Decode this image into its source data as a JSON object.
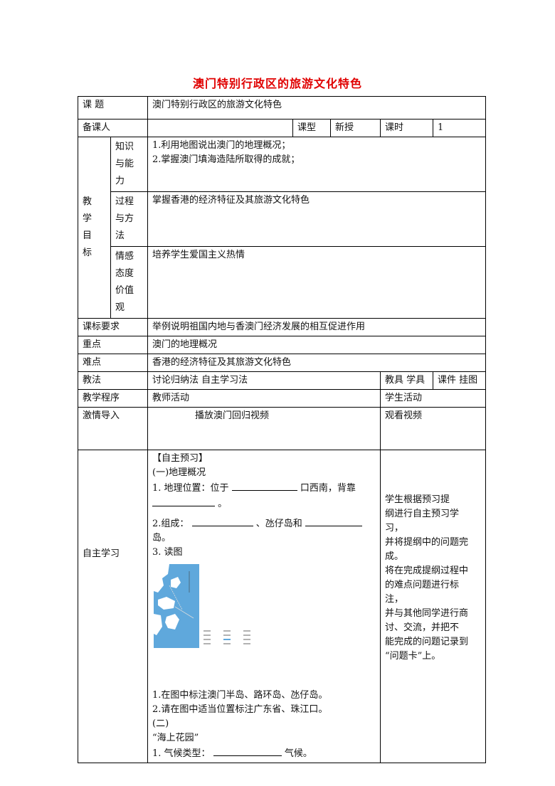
{
  "title": "澳门特别行政区的旅游文化特色",
  "rows": {
    "topic_label": "课 题",
    "topic_value": "澳门特别行政区的旅游文化特色",
    "preparer_label": "备课人",
    "preparer_value": "",
    "type_label": "课型",
    "type_value": "新授",
    "hours_label": "课时",
    "hours_value": "1",
    "objectives_label": [
      "教",
      "学",
      "目",
      "标"
    ],
    "knowledge_label": [
      "知识",
      "与能",
      "力"
    ],
    "knowledge_items": [
      "1.利用地图说出澳门的地理概况；",
      "2.掌握澳门填海造陆所取得的成就；"
    ],
    "process_label": [
      "过程",
      "与方",
      "法"
    ],
    "process_value": "掌握香港的经济特征及其旅游文化特色",
    "emotion_label": [
      "情感",
      "态度",
      "价值",
      "观"
    ],
    "emotion_value": "培养学生爱国主义热情",
    "standard_label": "课标要求",
    "standard_value": "举例说明祖国内地与香澳门经济发展的相互促进作用",
    "key_label": "重点",
    "key_value": "澳门的地理概况",
    "difficulty_label": "难点",
    "difficulty_value": "香港的经济特征及其旅游文化特色",
    "method_label": "教法",
    "method_value": "讨论归纳法 自主学习法",
    "tools_label": "教具 学具",
    "tools_value": "课件 挂图"
  },
  "procedure": {
    "header_procedure": "教学程序",
    "header_teacher": "教师活动",
    "header_student": "学生活动",
    "intro_label": "激情导入",
    "intro_teacher": "播放澳门回归视频",
    "intro_student": "观看视频",
    "self_label": "自主学习",
    "self_heading": "【自主预习】",
    "section1": "(一)地理概况",
    "q1_prefix": "1. 地理位置：位于",
    "q1_mid": "口西南，背靠",
    "q1_end": "。",
    "q2_prefix": "2.组成：",
    "q2_mid": "、氹仔岛和",
    "q2_end": "岛。",
    "q3": "3. 读图",
    "task1": "1.在图中标注澳门半岛、路环岛、氹仔岛。",
    "task2": "2.请在图中适当位置标注广东省、珠江口。",
    "section2": "(二)",
    "sea_garden": "“海上花园”",
    "climate_prefix": "1. 气候类型：",
    "climate_end": "气候。",
    "student_self": [
      "学生根据预习提",
      "纲进行自主预习学",
      "习，",
      "并将提纲中的问题完",
      "成。",
      "将在完成提纲过程中",
      "的难点问题进行标",
      "注，",
      "并与其他同学进行商",
      "讨、交流，并把不",
      "能完成的问题记录到",
      "“问题卡”上。"
    ]
  },
  "colors": {
    "title": "#e00000",
    "map_sea": "#5fa8dc",
    "map_land": "#ffffff"
  }
}
